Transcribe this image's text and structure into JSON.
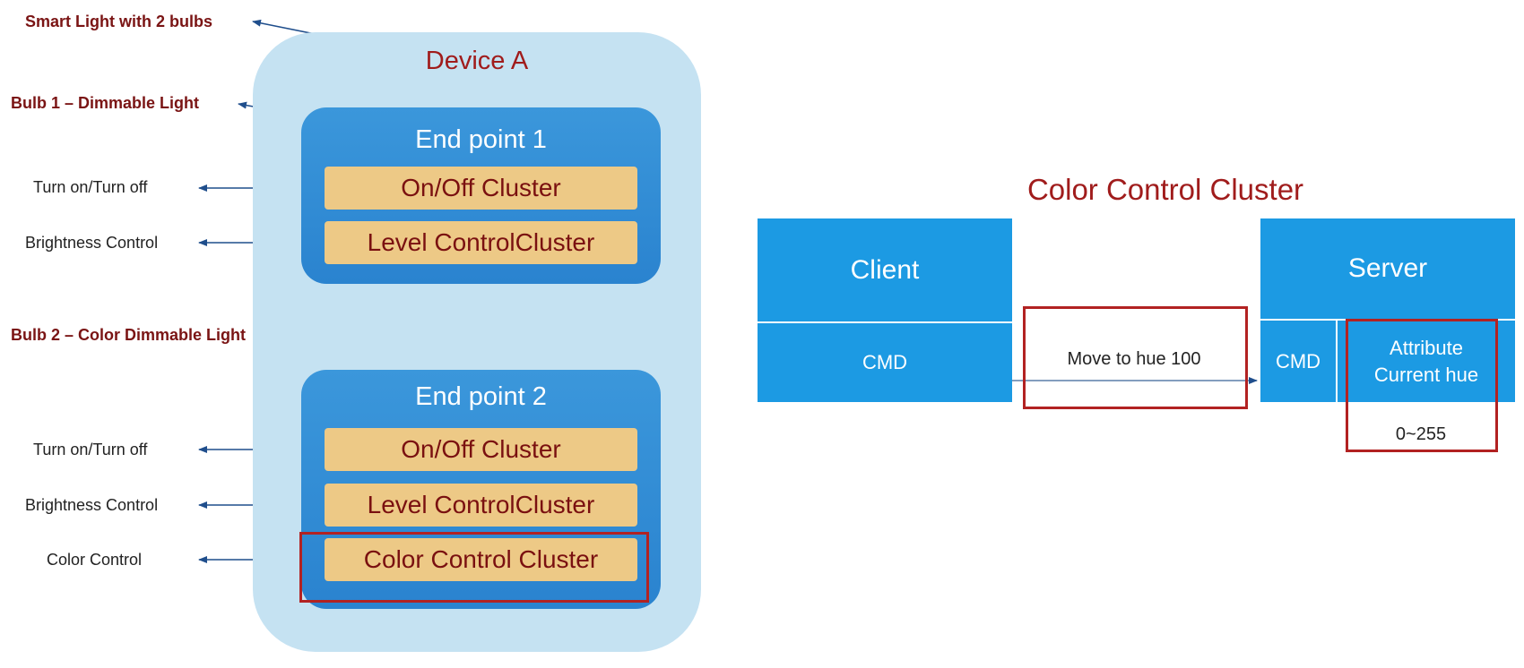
{
  "annotations": {
    "smart_light": "Smart Light with 2 bulbs",
    "bulb1": "Bulb 1 – Dimmable Light",
    "bulb2": "Bulb 2 – Color Dimmable Light",
    "ep1_onoff": "Turn on/Turn off",
    "ep1_brightness": "Brightness Control",
    "ep2_onoff": "Turn on/Turn off",
    "ep2_brightness": "Brightness Control",
    "ep2_color": "Color Control"
  },
  "device": {
    "title": "Device A",
    "endpoints": [
      {
        "title": "End point 1",
        "clusters": [
          "On/Off Cluster",
          "Level ControlCluster"
        ]
      },
      {
        "title": "End point 2",
        "clusters": [
          "On/Off Cluster",
          "Level ControlCluster",
          "Color Control Cluster"
        ]
      }
    ]
  },
  "color_control": {
    "title": "Color Control Cluster",
    "client": {
      "header": "Client",
      "cmd": "CMD"
    },
    "command": "Move to hue 100",
    "server": {
      "header": "Server",
      "cmd": "CMD",
      "attribute_line1": "Attribute",
      "attribute_line2": "Current hue",
      "range": "0~255"
    }
  },
  "colors": {
    "annotation_dark_red": "#7a1414",
    "title_red": "#a01c1c",
    "device_bg": "#c5e2f2",
    "endpoint_blue": "#2a83cf",
    "cluster_tan": "#edc986",
    "table_blue": "#1c9ae3",
    "highlight_red": "#b22222",
    "arrow_blue": "#1f4e8c"
  }
}
